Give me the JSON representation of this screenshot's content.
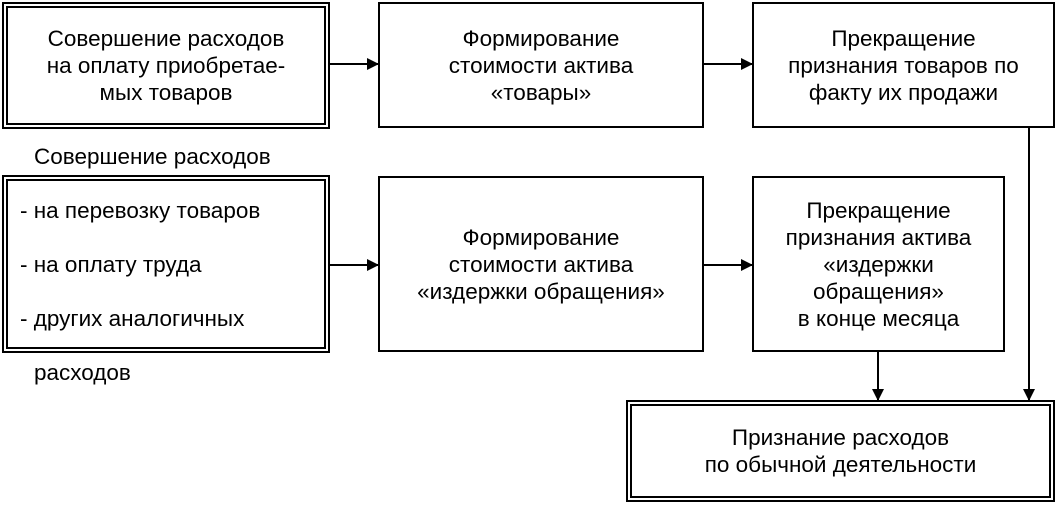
{
  "diagram": {
    "row1": {
      "purchase_expenses": "Совершение расходов\nна оплату приобретае-\nмых товаров",
      "goods_cost": "Формирование\nстоимости актива\n«товары»",
      "goods_derecognition": "Прекращение\nпризнания товаров по\nфакту их продажи"
    },
    "row2": {
      "other_expenses_title": "Совершение расходов",
      "other_expenses_items": [
        "- на перевозку товаров",
        "- на оплату труда",
        "- других аналогичных",
        "расходов"
      ],
      "distribution_costs": "Формирование\nстоимости актива\n«издержки обращения»",
      "distribution_derecognition": "Прекращение\nпризнания актива\n«издержки\nобращения»\nв конце месяца"
    },
    "result": "Признание расходов\nпо обычной деятельности"
  }
}
